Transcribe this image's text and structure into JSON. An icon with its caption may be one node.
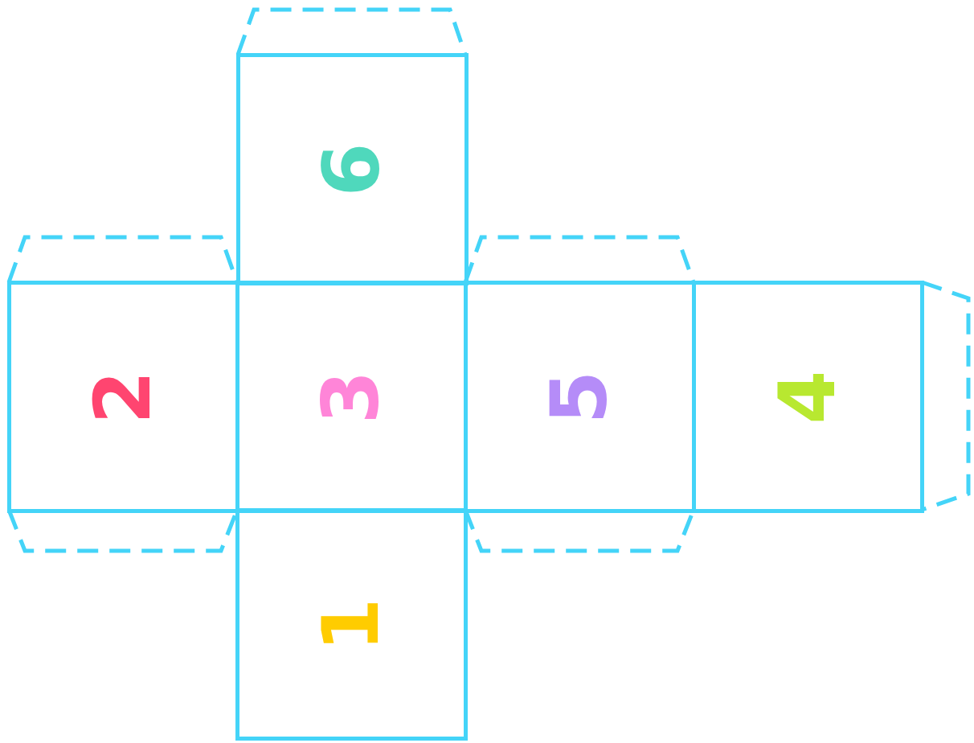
{
  "diagram": {
    "nodes": [
      {
        "text": [
          "6"
        ]
      },
      {
        "text": [
          "2"
        ]
      },
      {
        "text": [
          "3"
        ]
      },
      {
        "text": [
          "5"
        ]
      },
      {
        "text": [
          "4"
        ]
      },
      {
        "text": [
          "1"
        ]
      }
    ]
  }
}
